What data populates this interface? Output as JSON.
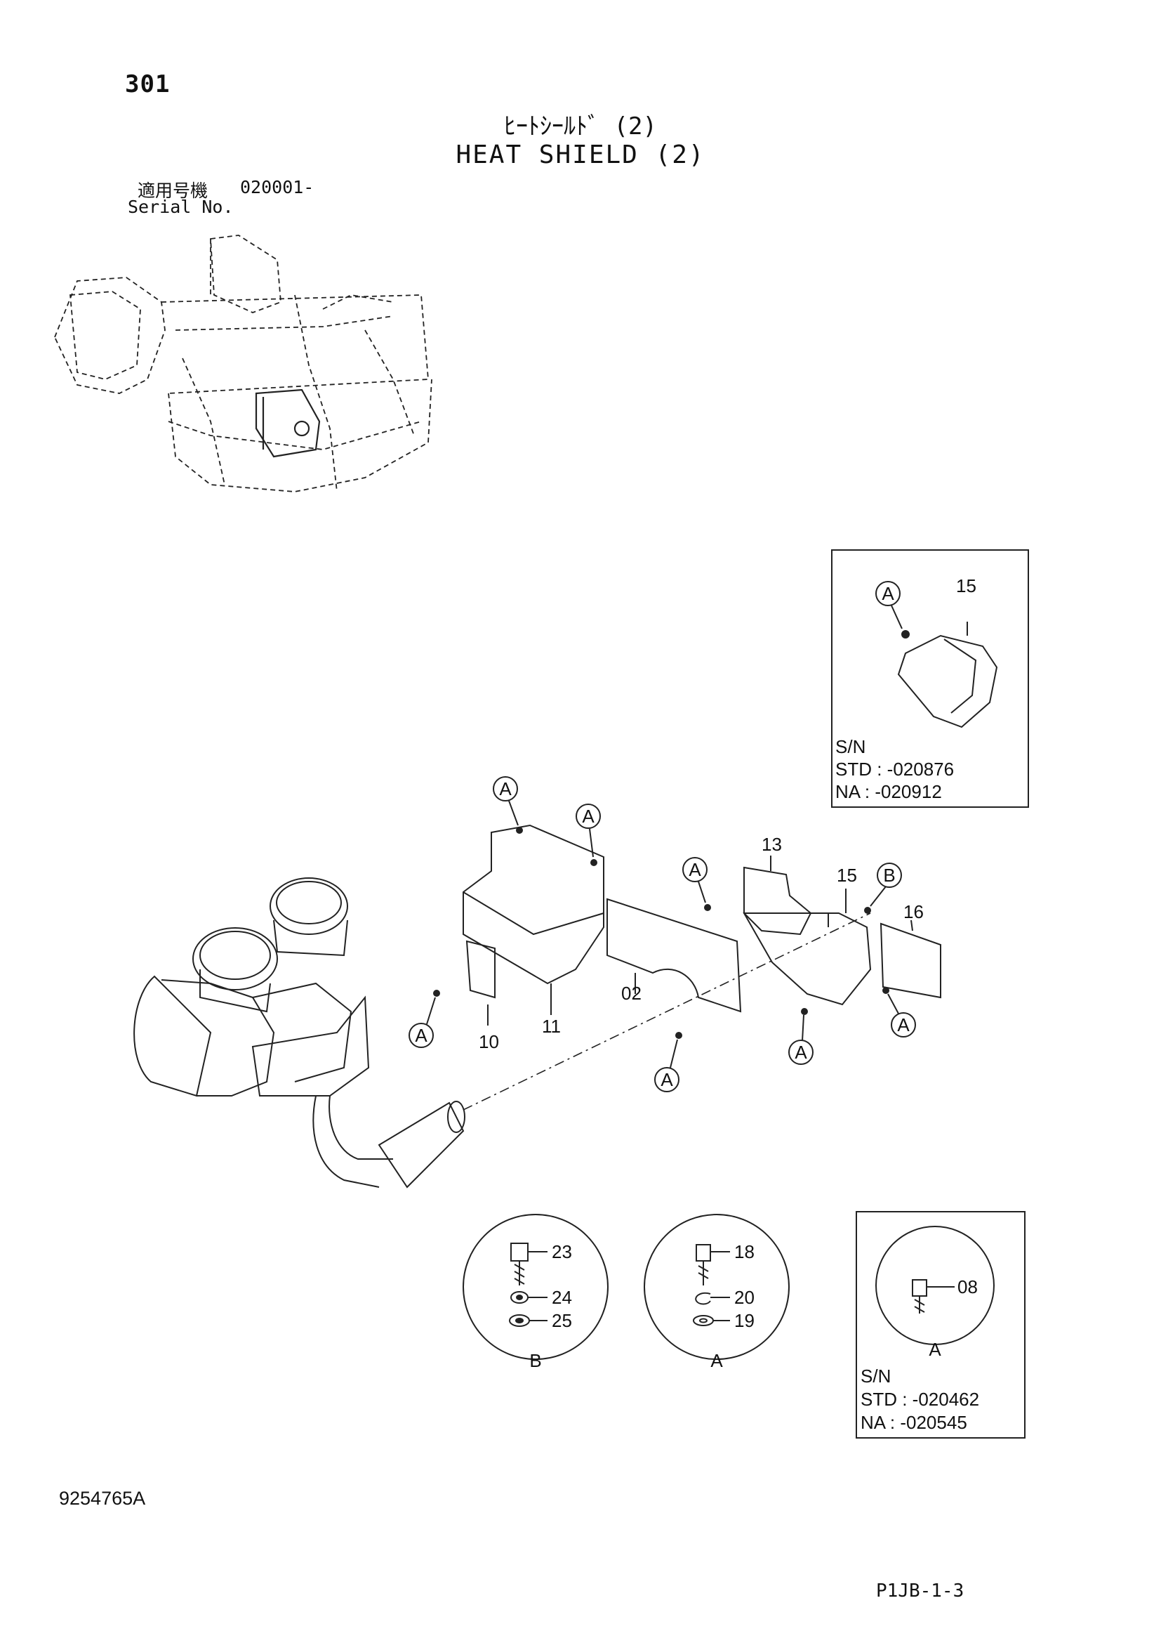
{
  "header": {
    "page_number": "301",
    "title_jp": "ﾋｰﾄｼｰﾙﾄﾞ (2)",
    "title_en": "HEAT SHIELD (2)",
    "serial_label_jp": "適用号機",
    "serial_value": "020001-",
    "serial_label_en": "Serial No."
  },
  "inset_top": {
    "callout": "A",
    "part": "15",
    "sn_label": "S/N",
    "std": "STD : -020876",
    "na": "NA : -020912"
  },
  "main_diagram": {
    "parts": [
      "13",
      "15",
      "16",
      "02",
      "10",
      "11"
    ],
    "callouts": [
      "A",
      "B"
    ]
  },
  "details": {
    "circle_b": {
      "label": "B",
      "parts": [
        "23",
        "24",
        "25"
      ]
    },
    "circle_a": {
      "label": "A",
      "parts": [
        "18",
        "20",
        "19"
      ]
    },
    "inset_bottom": {
      "label": "A",
      "part": "08",
      "sn_label": "S/N",
      "std": "STD : -020462",
      "na": "NA : -020545"
    }
  },
  "footer": {
    "doc_code": "9254765A",
    "page_code": "P1JB-1-3"
  }
}
